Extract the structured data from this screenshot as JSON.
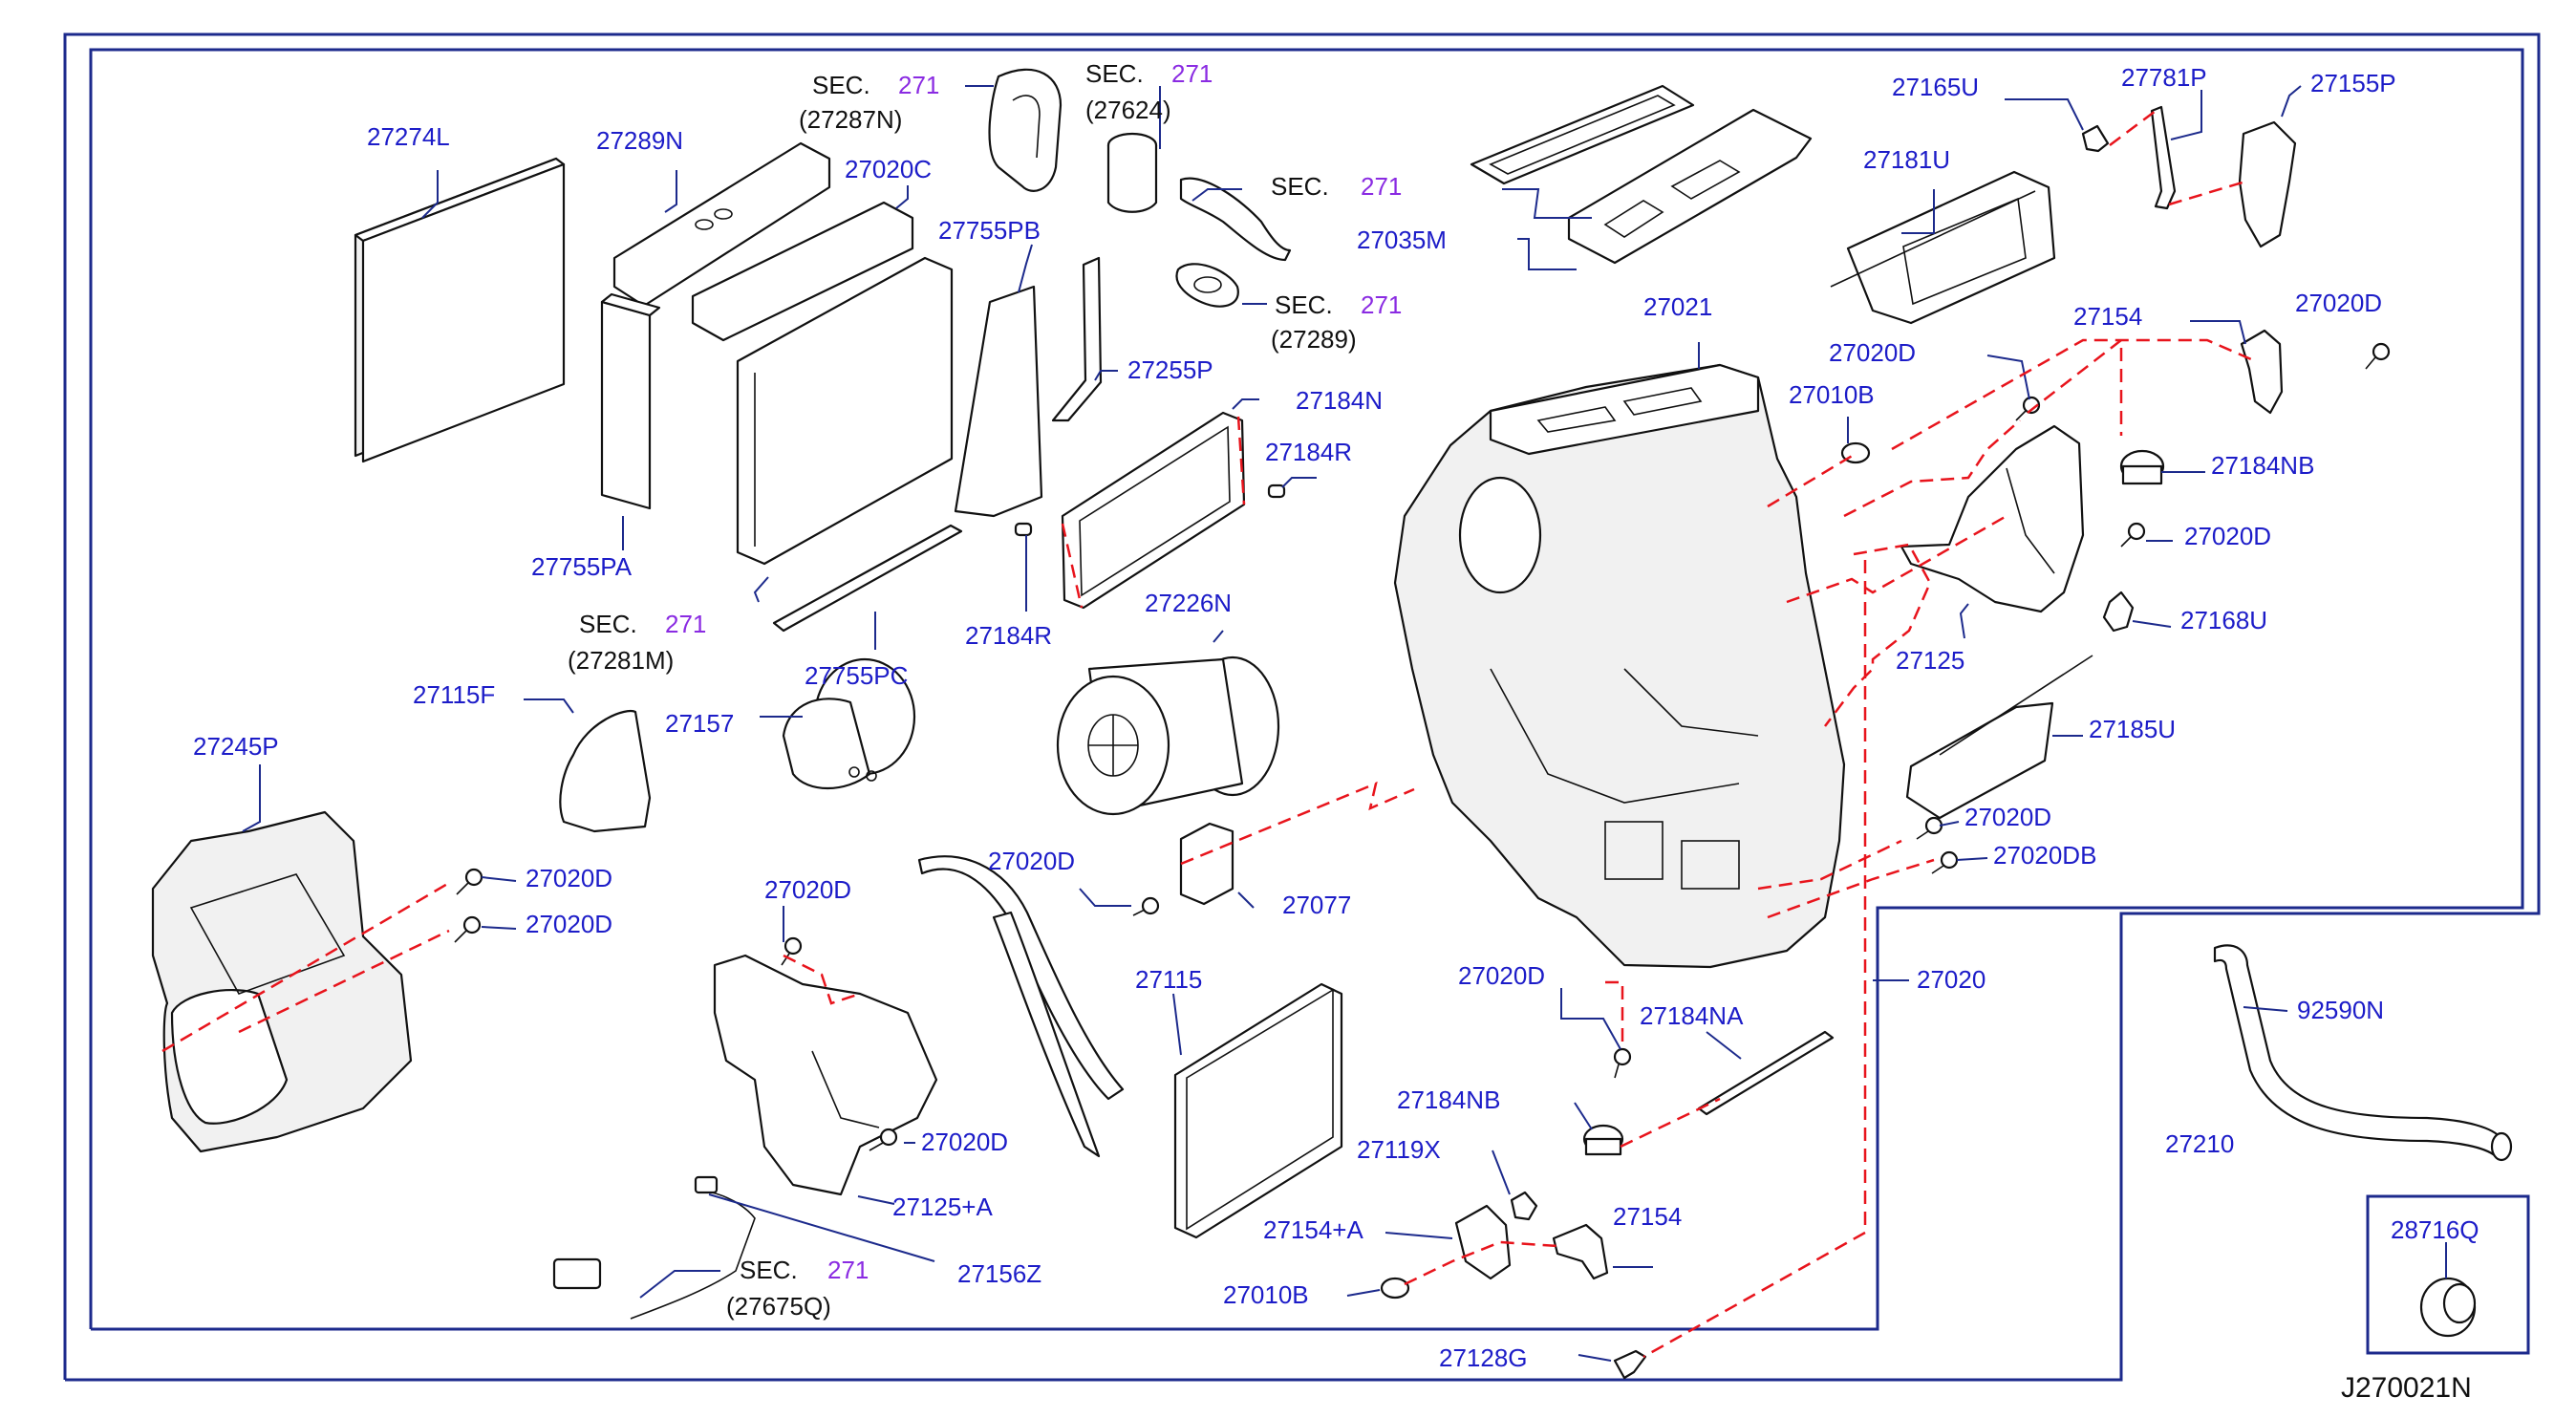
{
  "diagram_id": "J270021N",
  "sec_word": "SEC.",
  "sec_num": "271",
  "callouts": {
    "c27274L": "27274L",
    "c27289N": "27289N",
    "c27020C": "27020C",
    "c27755PB": "27755PB",
    "c27755PA": "27755PA",
    "c27281M": "(27281M)",
    "c27755PC": "27755PC",
    "c27287N": "(27287N)",
    "c27624": "(27624)",
    "c27289": "(27289)",
    "c27255P": "27255P",
    "c27184N": "27184N",
    "c27184R_a": "27184R",
    "c27184R_b": "27184R",
    "c27226N": "27226N",
    "c27035M": "27035M",
    "c27021": "27021",
    "c27010B_a": "27010B",
    "c27020D_top": "27020D",
    "c27165U": "27165U",
    "c27781P": "27781P",
    "c27155P": "27155P",
    "c27181U": "27181U",
    "c27154_a": "27154",
    "c27020D_tr": "27020D",
    "c27184NB_a": "27184NB",
    "c27020D_r1": "27020D",
    "c27168U": "27168U",
    "c27125": "27125",
    "c27185U": "27185U",
    "c27020D_r2": "27020D",
    "c27020DB": "27020DB",
    "c27115F": "27115F",
    "c27157": "27157",
    "c27245P": "27245P",
    "c27020D_l1": "27020D",
    "c27020D_l2": "27020D",
    "c27020D_bc": "27020D",
    "c27020D_m": "27020D",
    "c27077": "27077",
    "c27115": "27115",
    "c27020D_b2": "27020D",
    "c27125A": "27125+A",
    "c27156Z": "27156Z",
    "c27675Q": "(27675Q)",
    "c27020D_bt": "27020D",
    "c27184NA": "27184NA",
    "c27020": "27020",
    "c27184NB_b": "27184NB",
    "c27119X": "27119X",
    "c27154A": "27154+A",
    "c27154_b": "27154",
    "c27010B_b": "27010B",
    "c27128G": "27128G",
    "c92590N": "92590N",
    "c27210": "27210",
    "c28716Q": "28716Q"
  },
  "colors": {
    "callout": "#1c1cc8",
    "sec_number": "#8a2be2",
    "frame": "#1c2a8c",
    "dashed_leader": "#e8141c"
  }
}
